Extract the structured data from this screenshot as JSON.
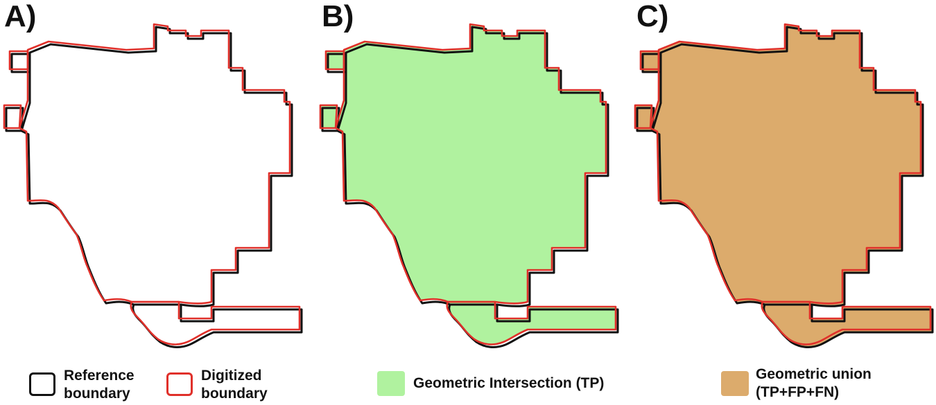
{
  "panels": [
    {
      "label": "A)",
      "fill": "none"
    },
    {
      "label": "B)",
      "fill": "#b0f29f"
    },
    {
      "label": "C)",
      "fill": "#dcab6c"
    }
  ],
  "colors": {
    "reference_stroke": "#111111",
    "digitized_stroke": "#e0302a",
    "intersection": "#b0f29f",
    "union": "#dcab6c"
  },
  "legend": {
    "reference_line1": "Reference",
    "reference_line2": "boundary",
    "digitized_line1": "Digitized",
    "digitized_line2": "boundary",
    "intersection": "Geometric Intersection (TP)",
    "union_line1": "Geometric union",
    "union_line2": "(TP+FP+FN)"
  }
}
